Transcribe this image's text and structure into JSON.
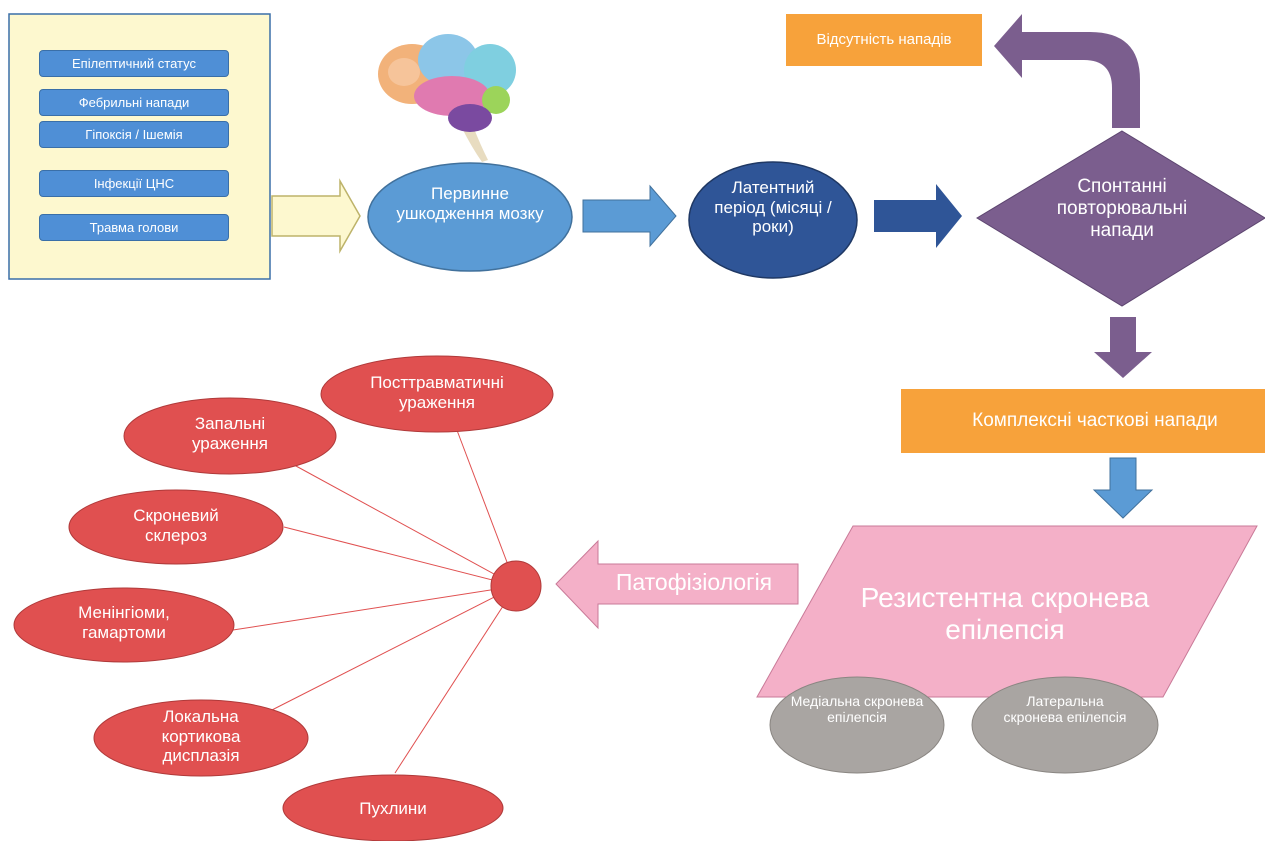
{
  "causes": {
    "items": [
      "Епілептичний статус",
      "Фебрильні напади",
      "Гіпоксія / Ішемія",
      "Інфекції ЦНС",
      "Травма голови"
    ]
  },
  "flow": {
    "primary_injury": "Первинне ушкодження мозку",
    "latent_period": "Латентний період (місяці / роки)",
    "spontaneous_seizures": "Спонтанні повторювальні напади",
    "no_seizures": "Відсутність нападів",
    "complex_partial": "Комплексні часткові напади",
    "resistant_epilepsy": "Резистентна скронева епілепсія",
    "medial": "Медіальна скронева епілепсія",
    "lateral": "Латеральна скронева епілепсія",
    "pathophysiology": "Патофізіологія"
  },
  "pathologies": {
    "items": [
      "Посттравматичні ураження",
      "Запальні ураження",
      "Скроневий склероз",
      "Менінгіоми, гамартоми",
      "Локальна кортикова дисплазія",
      "Пухлини"
    ]
  },
  "colors": {
    "blue": "#5b9bd5",
    "dark_blue": "#2f5597",
    "purple": "#7b5e8e",
    "orange": "#f7a23b",
    "pink": "#f4b0c8",
    "red": "#e05050",
    "gray": "#a9a5a2",
    "cream": "#fdf8cf"
  }
}
